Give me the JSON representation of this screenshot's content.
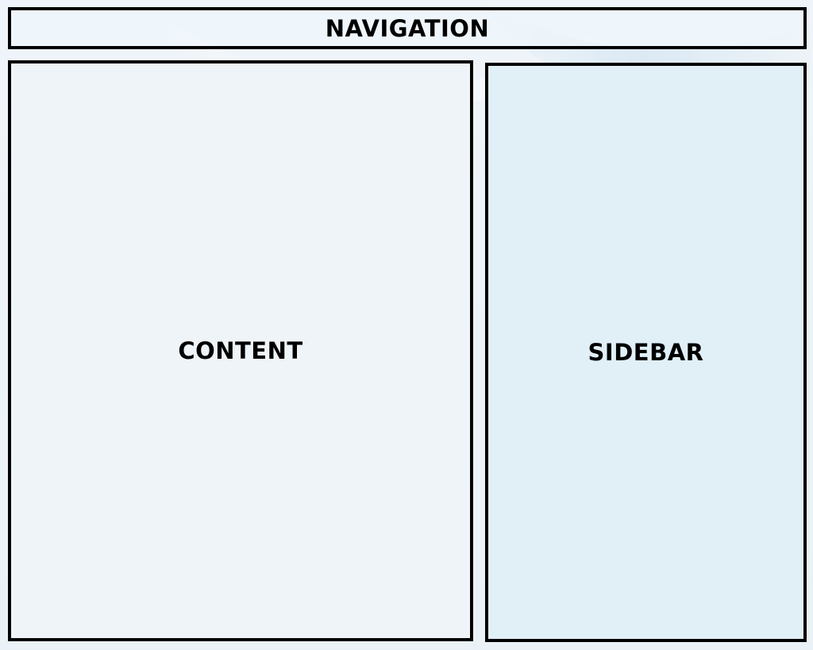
{
  "layout_blocks": {
    "navigation": {
      "label": "NAVIGATION"
    },
    "content": {
      "label": "CONTENT"
    },
    "sidebar": {
      "label": "SIDEBAR"
    }
  },
  "colors": {
    "border": "#000000",
    "text": "#000000",
    "background": "#edf3f8",
    "content_fill": "#eff4f8",
    "sidebar_fill": "#e1eff7"
  }
}
